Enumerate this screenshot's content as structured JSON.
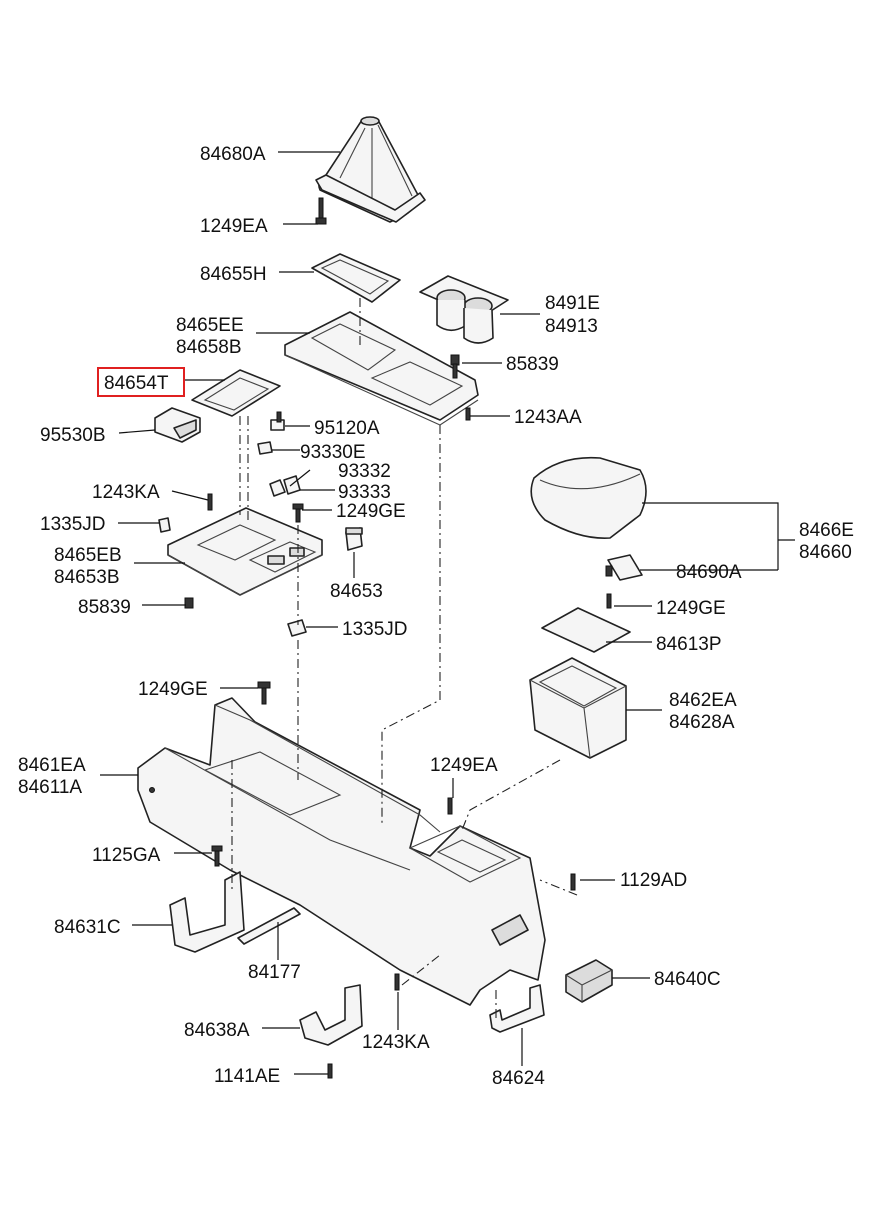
{
  "labels": {
    "boot": "84680A",
    "boot_screw": "1249EA",
    "bezel": "84655H",
    "cupholder_1": "8491E",
    "cupholder_2": "84913",
    "upper_cover_1": "8465EE",
    "upper_cover_2": "84658B",
    "clip_top": "85839",
    "selected_plate": "84654T",
    "screw_right": "1243AA",
    "switch": "95530B",
    "clip_a": "95120A",
    "clip_b": "93330E",
    "switch_a": "93332",
    "switch_b": "93333",
    "screw_ka": "1243KA",
    "nut_jd": "1335JD",
    "screw_ge_mid": "1249GE",
    "panel_1": "8465EB",
    "panel_2": "84653B",
    "clip_bottom": "85839",
    "knob": "84653",
    "nut_jd_2": "1335JD",
    "armrest_1": "8466E",
    "armrest_2": "84660",
    "hinge": "84690A",
    "screw_ge_right": "1249GE",
    "mat": "84613P",
    "box_1": "8462EA",
    "box_2": "84628A",
    "screw_ge_left": "1249GE",
    "console_1": "8461EA",
    "console_2": "84611A",
    "screw_ea_console": "1249EA",
    "screw_ga": "1125GA",
    "screw_ad": "1129AD",
    "bracket_left": "84631C",
    "strip": "84177",
    "lamp": "84640C",
    "bracket_lower": "84638A",
    "screw_ka_lower": "1243KA",
    "screw_ae": "1141AE",
    "bracket_rear": "84624"
  },
  "colors": {
    "highlight": "#e02020"
  }
}
